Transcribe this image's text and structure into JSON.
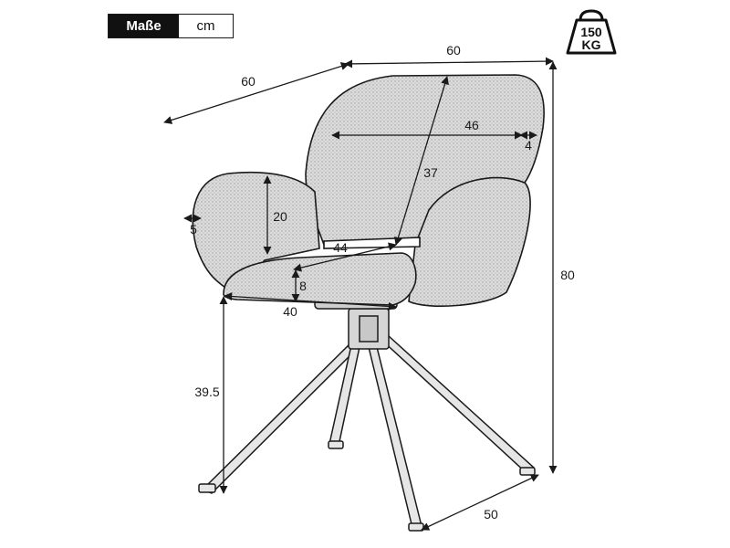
{
  "unit_box": {
    "label": "Maße",
    "unit": "cm"
  },
  "weight_badge": {
    "number": "150",
    "unit": "KG"
  },
  "dimensions": {
    "depth": "60",
    "width": "60",
    "inner_width": "46",
    "armrest_thickness": "4",
    "backrest_height": "37",
    "armrest_height": "20",
    "side_thickness": "5",
    "seat_depth": "44",
    "seat_thickness": "8",
    "seat_width": "40",
    "seat_height": "39.5",
    "total_height": "80",
    "base_span": "50"
  },
  "colors": {
    "line": "#1a1a1a",
    "fabric": "#d9d9d9",
    "label_bg": "#111111"
  }
}
